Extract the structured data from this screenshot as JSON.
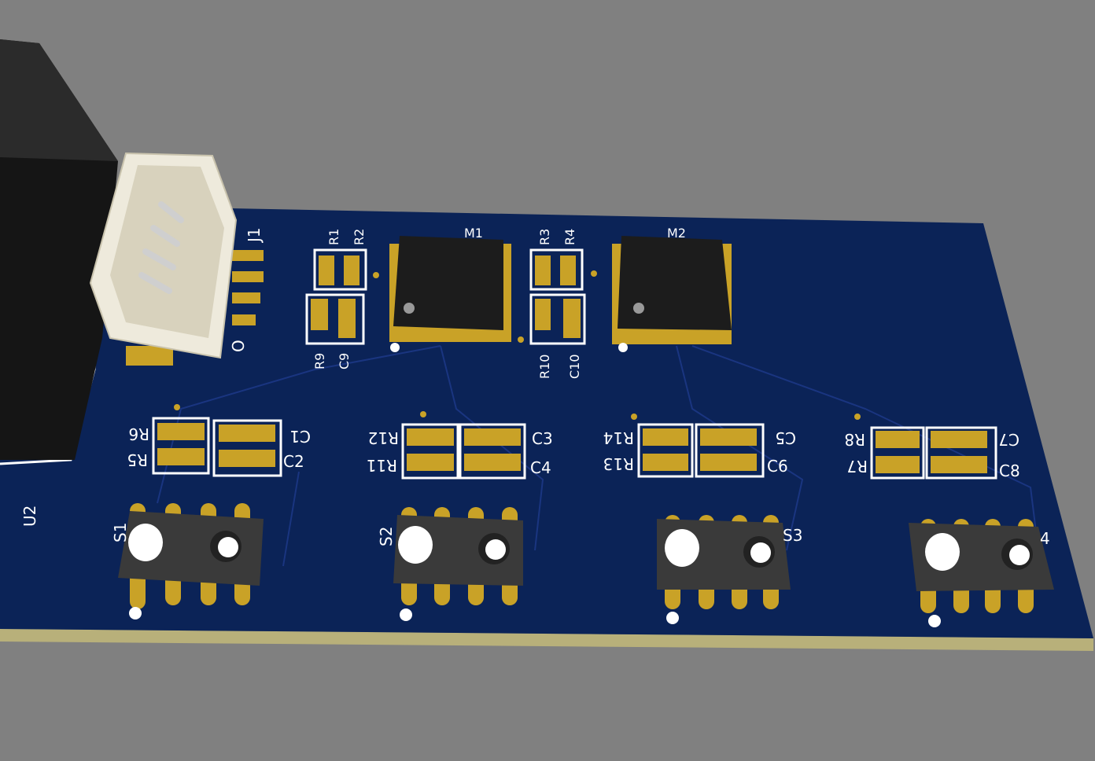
{
  "colors": {
    "background": "#808080",
    "board": "#0b2357",
    "board_edge": "#b8b07a",
    "silkscreen": "#ffffff",
    "pad": "#c9a227",
    "ic": "#1c1c1c",
    "connector": "#eeeadc"
  },
  "labels": {
    "u2": "U2",
    "j1": "J1",
    "j1_pin": "O",
    "m1": "M1",
    "m2": "M2",
    "r1": "R1",
    "r2": "R2",
    "r3": "R3",
    "r4": "R4",
    "r5": "R5",
    "r6": "R6",
    "r7": "R7",
    "r8": "R8",
    "r9": "R9",
    "r10": "R10",
    "r11": "R11",
    "r12": "R12",
    "r13": "R13",
    "r14": "R14",
    "c1": "C1",
    "c2": "C2",
    "c3": "C3",
    "c4": "C4",
    "c5": "C5",
    "c6": "C6",
    "c7": "C7",
    "c8": "C8",
    "c9": "C9",
    "c10": "C10",
    "s1": "S1",
    "s2": "S2",
    "s3": "S3",
    "s4": "4"
  }
}
